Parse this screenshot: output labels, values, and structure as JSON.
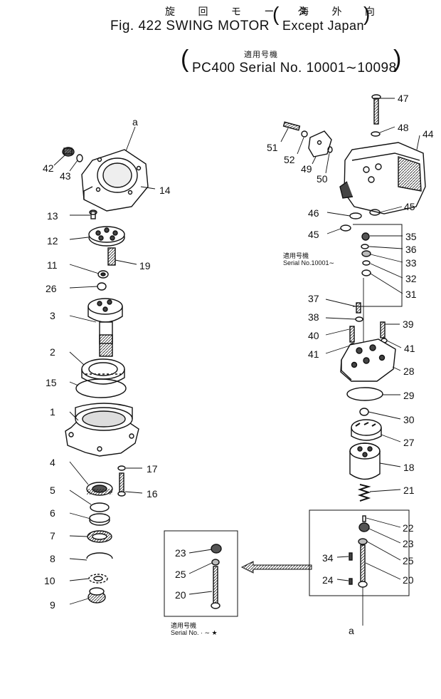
{
  "header": {
    "title_jp": "旋 回 モ ー タ",
    "region_jp": "海 外 向",
    "title_en": "Fig. 422 SWING MOTOR",
    "region_en": "Except Japan",
    "serial_jp": "適用号機",
    "serial_en": "PC400 Serial No. 10001∼10098"
  },
  "notes": {
    "note_jp": "適用号機",
    "note_serial": "Serial No.10001∼",
    "inset_jp": "適用号機",
    "inset_serial": "Serial No. · ∼ ★"
  },
  "callouts": [
    "a",
    "42",
    "43",
    "14",
    "13",
    "12",
    "19",
    "11",
    "26",
    "3",
    "2",
    "15",
    "1",
    "17",
    "4",
    "16",
    "5",
    "6",
    "7",
    "8",
    "10",
    "9",
    "47",
    "51",
    "48",
    "44",
    "52",
    "49",
    "50",
    "46",
    "45",
    "45",
    "35",
    "36",
    "33",
    "32",
    "31",
    "37",
    "38",
    "39",
    "40",
    "41",
    "41",
    "28",
    "29",
    "30",
    "27",
    "18",
    "21",
    "22",
    "23",
    "25",
    "20",
    "34",
    "24",
    "a",
    "23",
    "25",
    "20"
  ]
}
